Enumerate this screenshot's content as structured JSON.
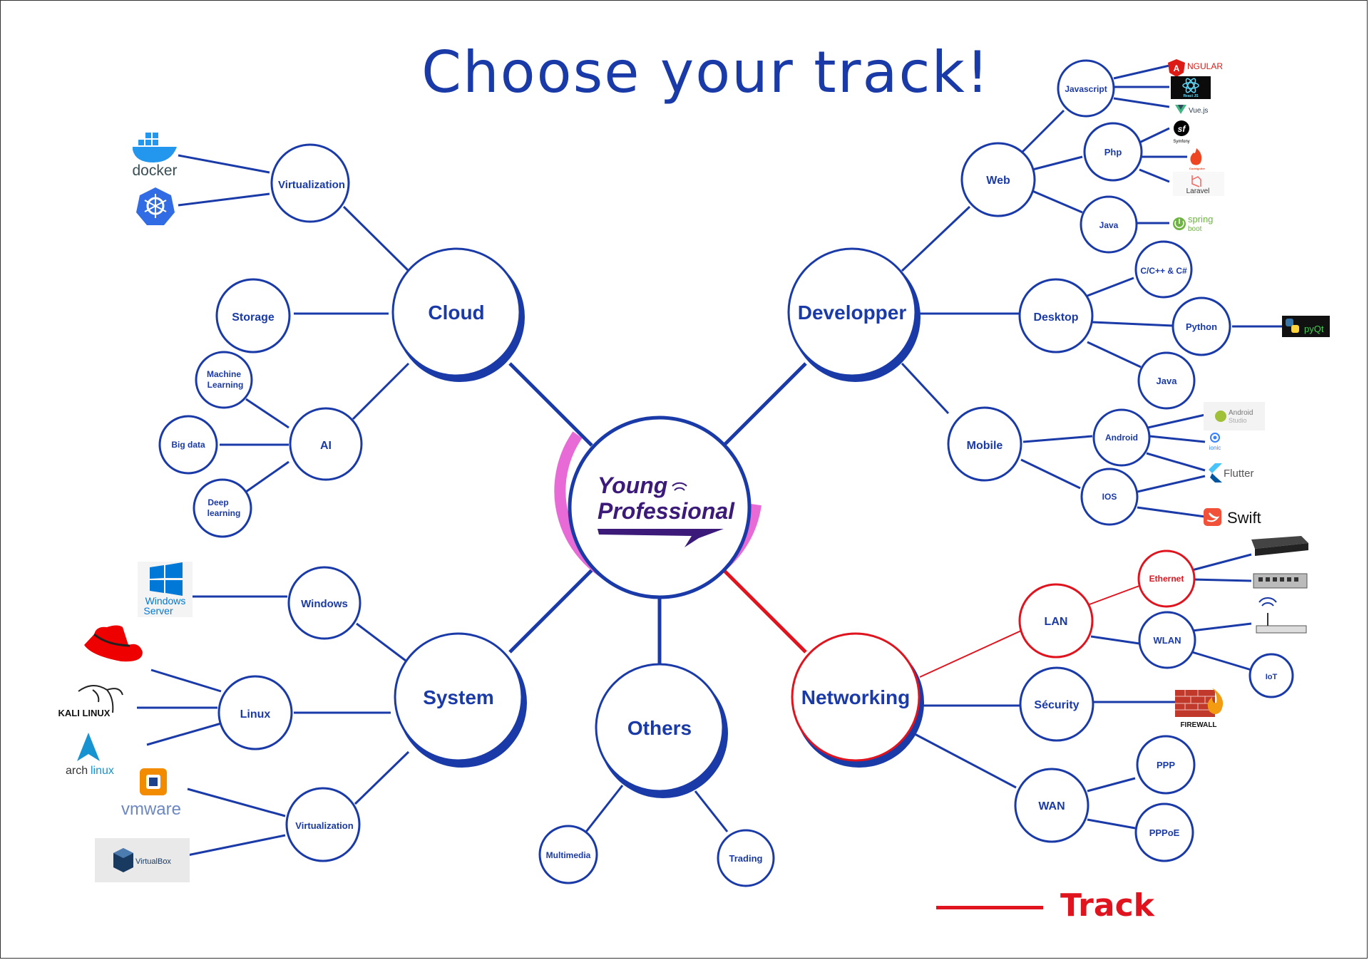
{
  "title": "Choose your track!",
  "legend": {
    "label": "Track",
    "color": "#e0141e"
  },
  "colors": {
    "primary": "#1a3aa8",
    "track": "#e0141e",
    "center_accent": "#e86ad6"
  },
  "center": {
    "line1": "Young",
    "line2": "Professional"
  },
  "nodes": {
    "cloud": "Cloud",
    "developper": "Developper",
    "system": "System",
    "others": "Others",
    "networking": "Networking",
    "virtualization_cloud": "Virtualization",
    "storage": "Storage",
    "ai": "AI",
    "machine_learning_1": "Machine",
    "machine_learning_2": "Learning",
    "big_data": "Big data",
    "deep_learning_1": "Deep",
    "deep_learning_2": "learning",
    "web": "Web",
    "javascript": "Javascript",
    "php": "Php",
    "java_web": "Java",
    "desktop": "Desktop",
    "c_cpp_cs": "C/C++ & C#",
    "python": "Python",
    "java_desktop": "Java",
    "mobile": "Mobile",
    "android": "Android",
    "ios": "IOS",
    "windows": "Windows",
    "linux": "Linux",
    "virtualization_system": "Virtualization",
    "multimedia": "Multimedia",
    "trading": "Trading",
    "lan": "LAN",
    "ethernet": "Ethernet",
    "wlan": "WLAN",
    "iot": "IoT",
    "security": "Sécurity",
    "wan": "WAN",
    "ppp": "PPP",
    "pppoe": "PPPoE"
  },
  "logos": {
    "docker": "docker",
    "angular": "NGULAR",
    "angular_a": "A",
    "react": "React JS",
    "vue": "Vue.js",
    "symfony": "Symfony",
    "codeigniter": "CodeIgniter",
    "laravel": "Laravel",
    "spring_1": "spring",
    "spring_2": "boot",
    "pyqt": "pyQt",
    "android_studio_1": "Android",
    "android_studio_2": "Studio",
    "ionic": "ionic",
    "flutter": "Flutter",
    "swift": "Swift",
    "windows_server_1": "Windows",
    "windows_server_2": "Server",
    "kali": "KALI LINUX",
    "arch_1": "arch",
    "arch_2": "linux",
    "vmware": "vmware",
    "virtualbox": "VirtualBox",
    "firewall": "FIREWALL"
  }
}
